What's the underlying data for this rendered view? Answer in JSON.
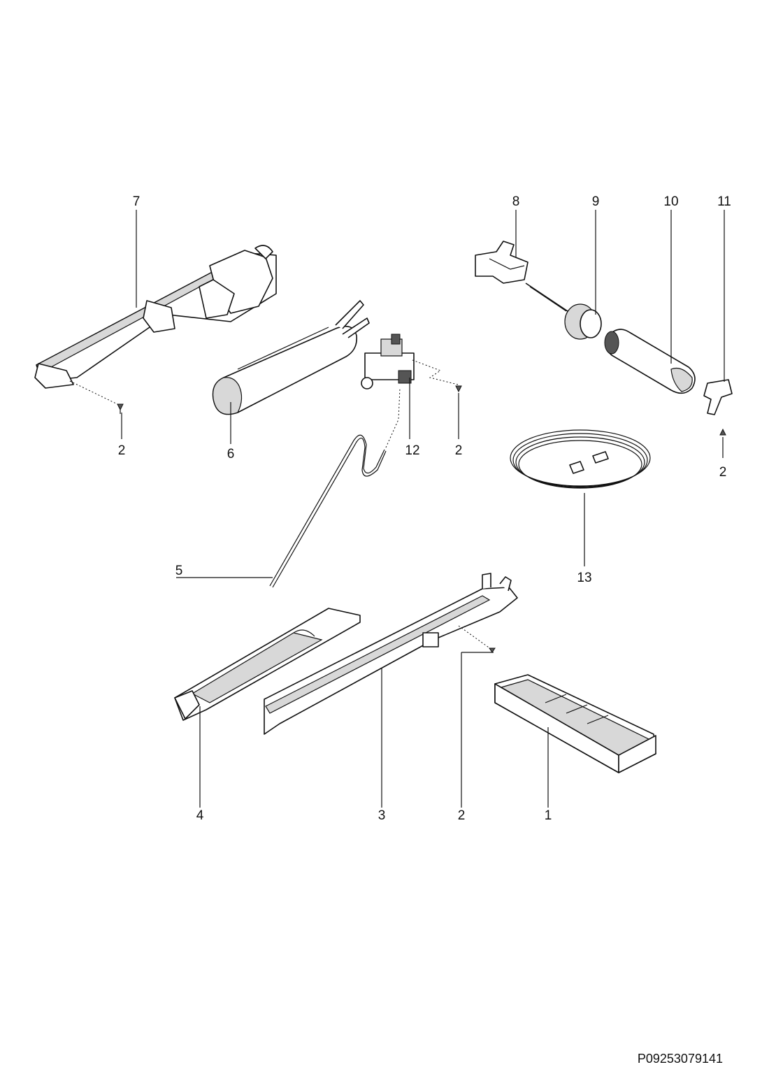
{
  "drawing_code": "P09253079141",
  "callouts": {
    "c7": "7",
    "c8": "8",
    "c9": "9",
    "c10": "10",
    "c11": "11",
    "c2_left": "2",
    "c6": "6",
    "c12": "12",
    "c2_mid": "2",
    "c2_right": "2",
    "c5": "5",
    "c13": "13",
    "c4": "4",
    "c3": "3",
    "c2_bottom": "2",
    "c1": "1"
  },
  "parts": [
    {
      "number": "1",
      "icon": "tray-icon"
    },
    {
      "number": "2",
      "icon": "screw-icon"
    },
    {
      "number": "3",
      "icon": "channel-cover-icon"
    },
    {
      "number": "4",
      "icon": "trim-cover-icon"
    },
    {
      "number": "5",
      "icon": "water-tube-icon"
    },
    {
      "number": "6",
      "icon": "water-tank-icon"
    },
    {
      "number": "7",
      "icon": "filter-housing-icon"
    },
    {
      "number": "8",
      "icon": "bracket-icon"
    },
    {
      "number": "9",
      "icon": "filter-head-icon"
    },
    {
      "number": "10",
      "icon": "water-filter-icon"
    },
    {
      "number": "11",
      "icon": "clip-icon"
    },
    {
      "number": "12",
      "icon": "solenoid-valve-icon"
    },
    {
      "number": "13",
      "icon": "hose-kit-icon"
    }
  ]
}
